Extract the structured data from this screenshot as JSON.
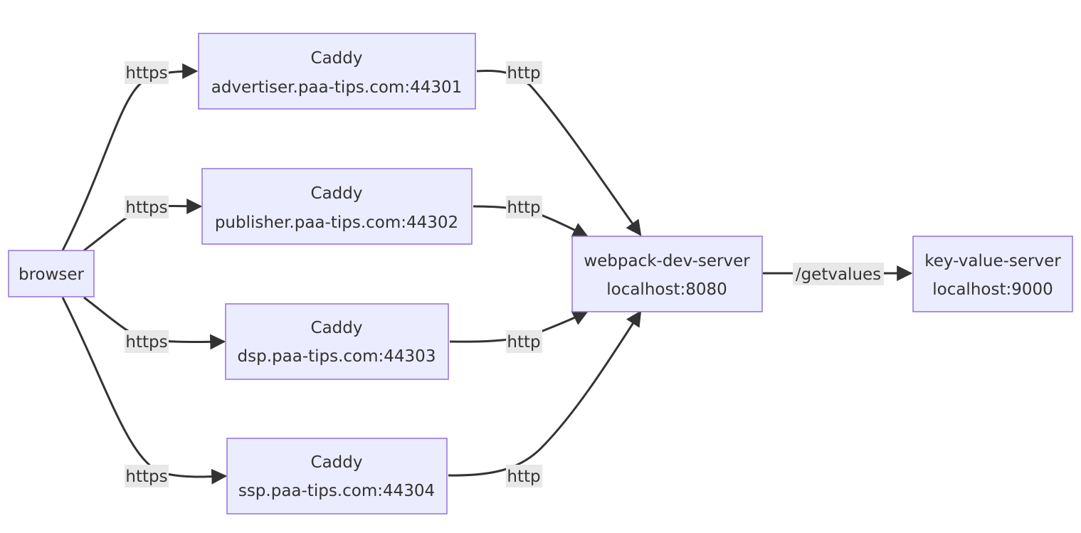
{
  "nodes": {
    "browser": {
      "lines": [
        "browser"
      ]
    },
    "caddy1": {
      "lines": [
        "Caddy",
        "advertiser.paa-tips.com:44301"
      ]
    },
    "caddy2": {
      "lines": [
        "Caddy",
        "publisher.paa-tips.com:44302"
      ]
    },
    "caddy3": {
      "lines": [
        "Caddy",
        "dsp.paa-tips.com:44303"
      ]
    },
    "caddy4": {
      "lines": [
        "Caddy",
        "ssp.paa-tips.com:44304"
      ]
    },
    "webpack": {
      "lines": [
        "webpack-dev-server",
        "localhost:8080"
      ]
    },
    "kv": {
      "lines": [
        "key-value-server",
        "localhost:9000"
      ]
    }
  },
  "edges": {
    "browser_caddy1": {
      "from": "browser",
      "to": "caddy1",
      "label": "https"
    },
    "browser_caddy2": {
      "from": "browser",
      "to": "caddy2",
      "label": "https"
    },
    "browser_caddy3": {
      "from": "browser",
      "to": "caddy3",
      "label": "https"
    },
    "browser_caddy4": {
      "from": "browser",
      "to": "caddy4",
      "label": "https"
    },
    "caddy1_webpack": {
      "from": "caddy1",
      "to": "webpack",
      "label": "http"
    },
    "caddy2_webpack": {
      "from": "caddy2",
      "to": "webpack",
      "label": "http"
    },
    "caddy3_webpack": {
      "from": "caddy3",
      "to": "webpack",
      "label": "http"
    },
    "caddy4_webpack": {
      "from": "caddy4",
      "to": "webpack",
      "label": "http"
    },
    "webpack_kv": {
      "from": "webpack",
      "to": "kv",
      "label": "/getvalues"
    }
  },
  "colors": {
    "node_fill": "#ECECFF",
    "node_stroke": "#9370DB",
    "edge": "#333333",
    "label_bg": "#e8e8e8",
    "text": "#333333"
  }
}
